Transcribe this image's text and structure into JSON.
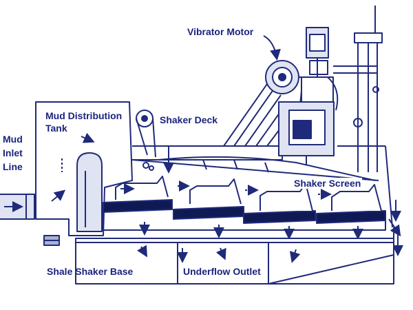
{
  "colors": {
    "ink": "#1f2a7a",
    "fill_light": "#dfe3f2",
    "fill_mid": "#aab1d4",
    "screen_dark": "#0f1a55",
    "background": "#ffffff"
  },
  "labels": {
    "vibrator_motor": "Vibrator Motor",
    "mud_distribution_tank_line1": "Mud Distribution",
    "mud_distribution_tank_line2": "Tank",
    "shaker_deck": "Shaker Deck",
    "mud_inlet_line1": "Mud",
    "mud_inlet_line2": "Inlet",
    "mud_inlet_line3": "Line",
    "shaker_screen": "Shaker Screen",
    "shale_shaker_base": "Shale Shaker Base",
    "underflow_outlet": "Underflow Outlet"
  }
}
